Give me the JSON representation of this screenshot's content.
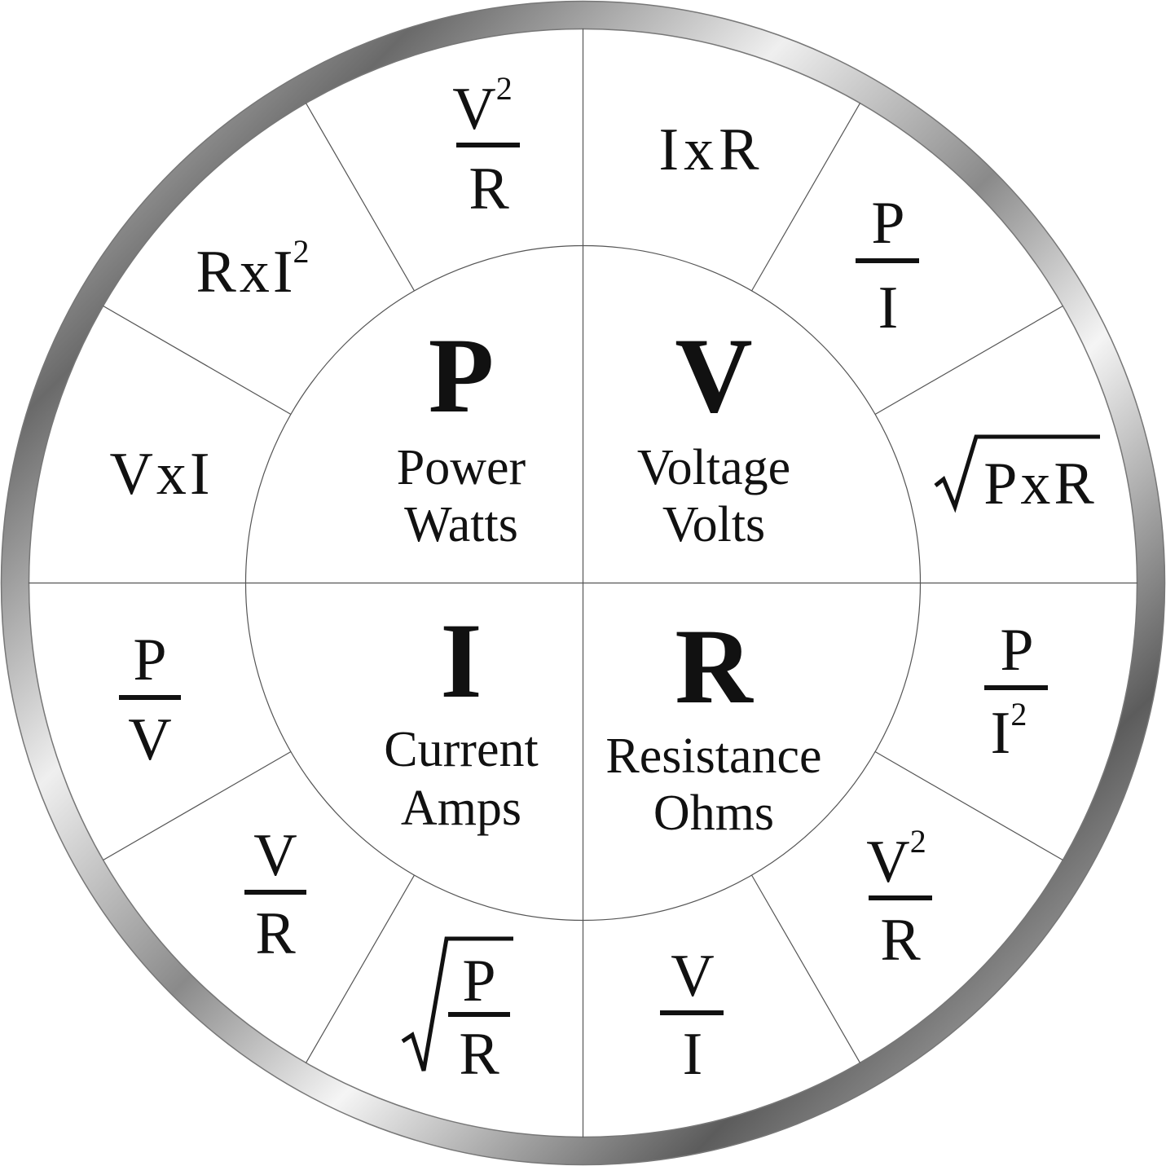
{
  "quadrants": {
    "power": {
      "letter": "P",
      "name": "Power",
      "unit": "Watts"
    },
    "voltage": {
      "letter": "V",
      "name": "Voltage",
      "unit": "Volts"
    },
    "current": {
      "letter": "I",
      "name": "Current",
      "unit": "Amps"
    },
    "resistance": {
      "letter": "R",
      "name": "Resistance",
      "unit": "Ohms"
    }
  },
  "formulas": {
    "v_i_r": {
      "a": "I",
      "op": "x",
      "b": "R"
    },
    "v_p_over_i": {
      "num": "P",
      "den": "I"
    },
    "v_sqrt_pr": {
      "a": "P",
      "op": "x",
      "b": "R"
    },
    "r_p_over_i2": {
      "num": "P",
      "den": "I",
      "den_exp": "2"
    },
    "r_v2_over_p": {
      "num": "V",
      "num_exp": "2",
      "den": "R"
    },
    "r_v_over_i": {
      "num": "V",
      "den": "I"
    },
    "i_sqrt_p_over_r": {
      "num": "P",
      "den": "R"
    },
    "i_v_over_r": {
      "num": "V",
      "den": "R"
    },
    "i_p_over_v": {
      "num": "P",
      "den": "V"
    },
    "p_v_i": {
      "a": "V",
      "op": "x",
      "b": "I"
    },
    "p_r_i2": {
      "a": "R",
      "op": "x",
      "b": "I",
      "b_exp": "2"
    },
    "p_v2_over_r": {
      "num": "V",
      "num_exp": "2",
      "den": "R"
    }
  },
  "colors": {
    "ring_dark": "#5a5a5a",
    "ring_light": "#e6e6e6",
    "ink": "#111111"
  }
}
